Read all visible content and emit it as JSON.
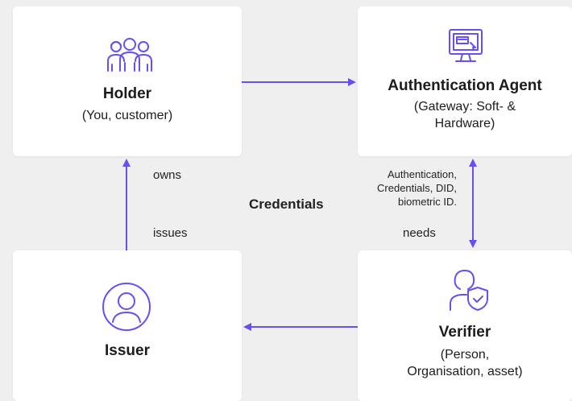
{
  "holder": {
    "title": "Holder",
    "subtitle": "(You, customer)"
  },
  "agent": {
    "title": "Authentication Agent",
    "subtitle_line1": "(Gateway: Soft- &",
    "subtitle_line2": "Hardware)"
  },
  "issuer": {
    "title": "Issuer"
  },
  "verifier": {
    "title": "Verifier",
    "subtitle_line1": "(Person,",
    "subtitle_line2": "Organisation, asset)"
  },
  "edges": {
    "owns": "owns",
    "issues": "issues",
    "needs": "needs",
    "credentials": "Credentials",
    "credentials_detail_1": "Authentication,",
    "credentials_detail_2": "Credentials, DID,",
    "credentials_detail_3": "biometric ID."
  },
  "colors": {
    "accent": "#6a4ff0",
    "card": "#ffffff",
    "background": "#efefef"
  },
  "icons": {
    "holder": "people-group-icon",
    "agent": "computer-monitor-icon",
    "issuer": "user-circle-icon",
    "verifier": "user-shield-check-icon"
  }
}
